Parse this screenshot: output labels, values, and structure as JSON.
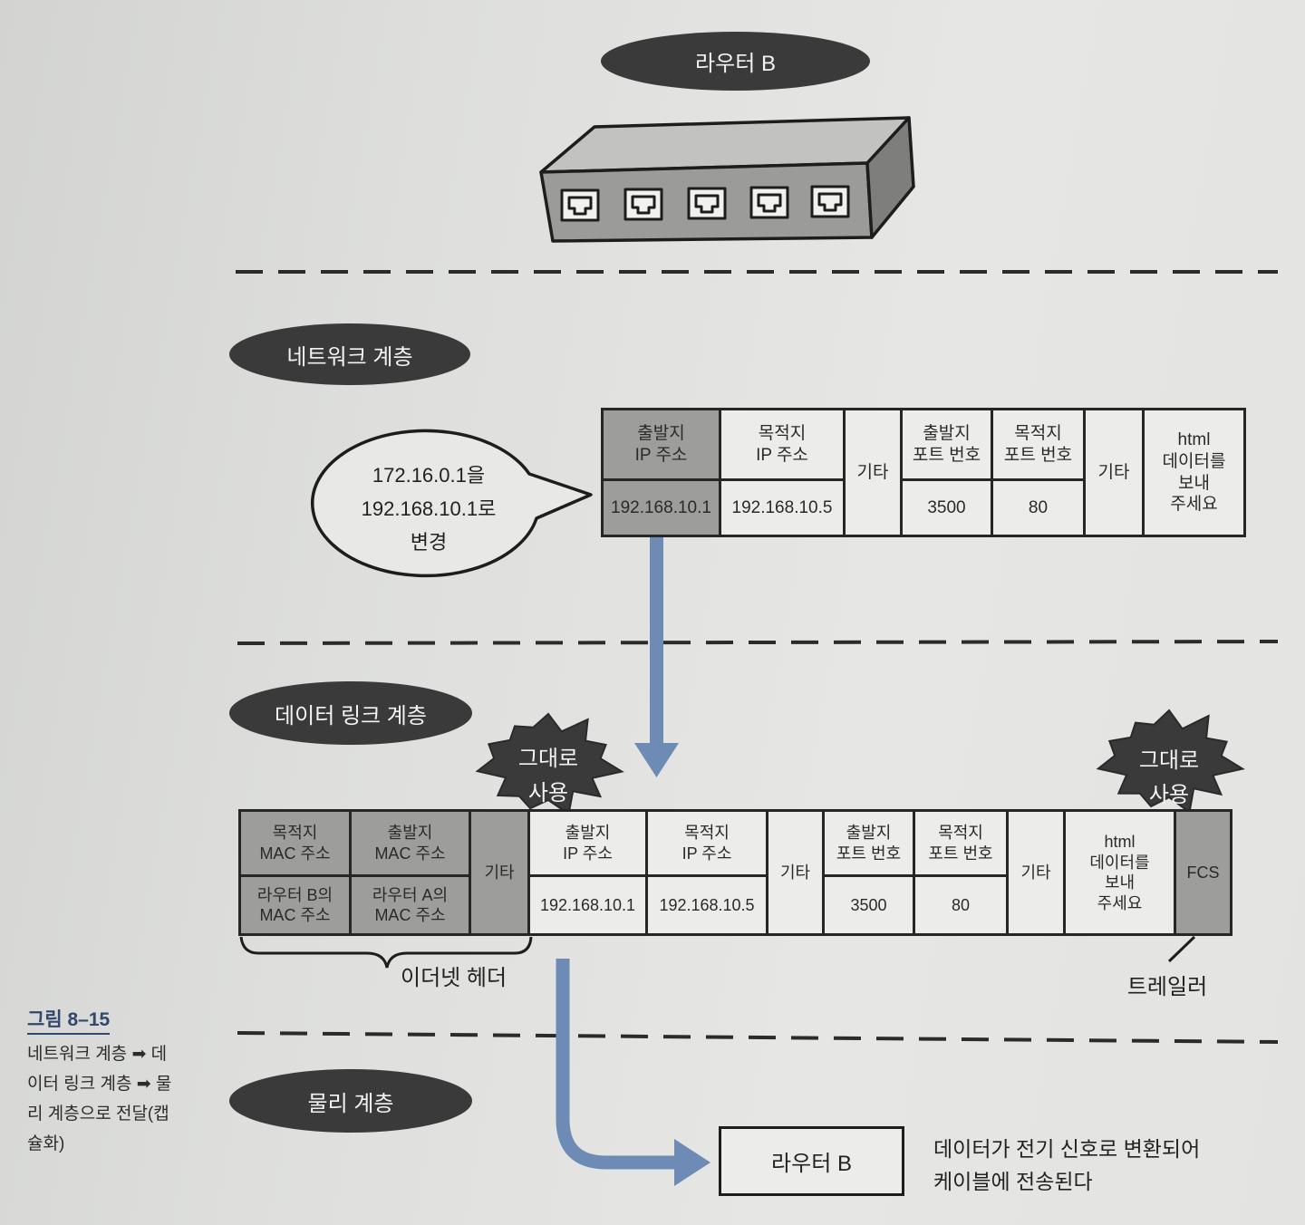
{
  "top_router": {
    "label": "라우터 B"
  },
  "network_layer": {
    "label": "네트워크 계층",
    "note": [
      "172.16.0.1을",
      "192.168.10.1로",
      "변경"
    ],
    "packet": {
      "source_ip": {
        "label": [
          "출발지",
          "IP 주소"
        ],
        "value": "192.168.10.1"
      },
      "dest_ip": {
        "label": [
          "목적지",
          "IP 주소"
        ],
        "value": "192.168.10.5"
      },
      "etc_1": "기타",
      "source_port": {
        "label": [
          "출발지",
          "포트 번호"
        ],
        "value": "3500"
      },
      "dest_port": {
        "label": [
          "목적지",
          "포트 번호"
        ],
        "value": "80"
      },
      "etc_2": "기타",
      "payload": [
        "html",
        "데이터를",
        "보내",
        "주세요"
      ]
    }
  },
  "datalink_layer": {
    "label": "데이터 링크 계층",
    "reuse_left": [
      "그대로",
      "사용"
    ],
    "reuse_right": [
      "그대로",
      "사용"
    ],
    "frame": {
      "dest_mac": {
        "label": [
          "목적지",
          "MAC 주소"
        ],
        "value": [
          "라우터 B의",
          "MAC 주소"
        ]
      },
      "source_mac": {
        "label": [
          "출발지",
          "MAC 주소"
        ],
        "value": [
          "라우터 A의",
          "MAC 주소"
        ]
      },
      "etc_1": "기타",
      "source_ip": {
        "label": [
          "출발지",
          "IP 주소"
        ],
        "value": "192.168.10.1"
      },
      "dest_ip": {
        "label": [
          "목적지",
          "IP 주소"
        ],
        "value": "192.168.10.5"
      },
      "etc_2": "기타",
      "source_port": {
        "label": [
          "출발지",
          "포트 번호"
        ],
        "value": "3500"
      },
      "dest_port": {
        "label": [
          "목적지",
          "포트 번호"
        ],
        "value": "80"
      },
      "etc_3": "기타",
      "payload": [
        "html",
        "데이터를",
        "보내",
        "주세요"
      ],
      "fcs": "FCS"
    },
    "header_label": "이더넷 헤더",
    "trailer_label": "트레일러"
  },
  "physical_layer": {
    "label": "물리 계층",
    "destination": "라우터 B",
    "description": [
      "데이터가 전기 신호로 변환되어",
      "케이블에 전송된다"
    ]
  },
  "caption": {
    "title": "그림 8–15",
    "lines": [
      "네트워크 계층 ➡ 데",
      "이터 링크 계층 ➡ 물",
      "리 계층으로 전달(캡",
      "슐화)"
    ]
  },
  "icons": {
    "device": "router-icon",
    "port": "port-icon"
  },
  "colors": {
    "pill": "#3a3a3a",
    "shaded_cell": "#9d9d9c",
    "arrow": "#6d8bb4",
    "caption_title": "#33466c"
  }
}
